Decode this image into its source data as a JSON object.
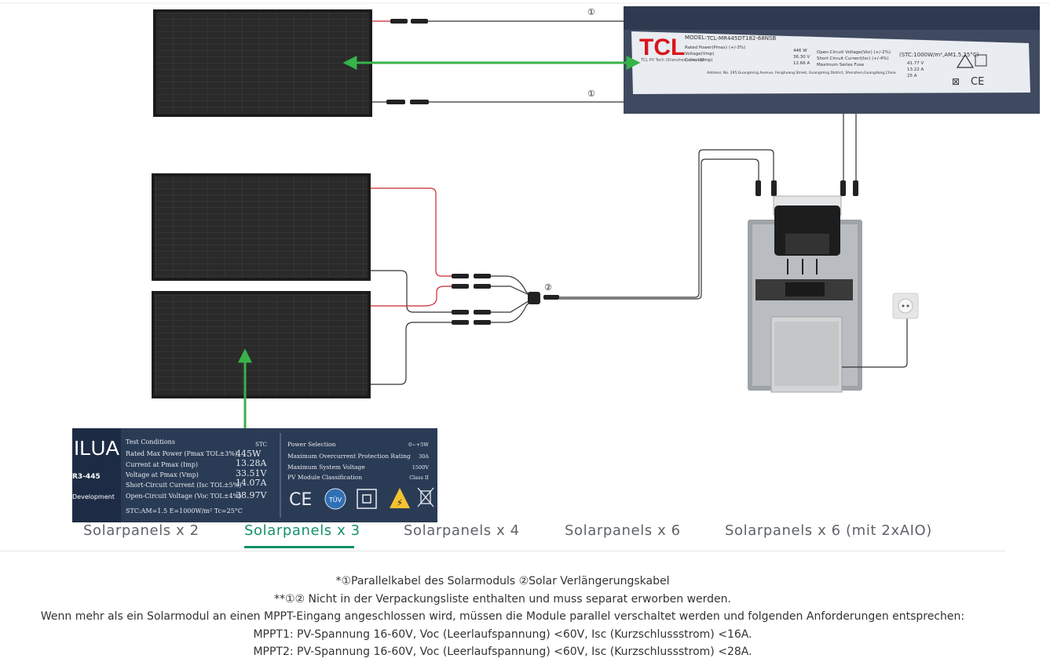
{
  "diagram": {
    "tcl_label": {
      "brand": "TCL",
      "model_key": "MODEL:",
      "model": "TCL-MR445DT182-68NSB",
      "stc": "(STC:1000W/m²,AM1.5,25°C)",
      "maker": "TCL PV Tech (Shenzhen) Co., Ltd",
      "rows": [
        {
          "key": "Rated Power(Pmax) (+/-3%)",
          "value": "446 W"
        },
        {
          "key": "Voltage(Vmp)",
          "value": "36.30 V"
        },
        {
          "key": "Current(Imp)",
          "value": "12.66 A"
        }
      ],
      "rows_right": [
        {
          "key": "Open-Circuit Voltage(Voc) (+/-2%)",
          "value": "41.77 V"
        },
        {
          "key": "Short Circuit Current(Isc) (+/-4%)",
          "value": "13.22 A"
        },
        {
          "key": "Maximum Series Fuse",
          "value": "25 A"
        }
      ],
      "address": "Address: No. 295,Guangming Avenue, Fenghuang Street, Guangming District, Shenzhen,Guangdong,China"
    },
    "label_bottom": {
      "brand": "ILUA",
      "model_fragment": "R3-445",
      "dev_fragment": "Development",
      "test_conditions": "Test Conditions",
      "stc": "STC",
      "rows": [
        {
          "key": "Rated Max Power (Pmax TOL±3%)",
          "value": "445W"
        },
        {
          "key": "Current at Pmax (Imp)",
          "value": "13.28A"
        },
        {
          "key": "Voltage at Pmax (Vmp)",
          "value": "33.51V"
        },
        {
          "key": "Short-Circuit Current (Isc TOL±5%)",
          "value": "14.07A"
        },
        {
          "key": "Open-Circuit Voltage (Voc TOL±4%)",
          "value": "38.97V"
        }
      ],
      "stc_footer": "STC:AM=1.5 E=1000W/m² Tc=25°C",
      "right_rows": [
        {
          "key": "Power Selection",
          "value": "0~+5W"
        },
        {
          "key": "Maximum Overcurrent Protection Rating",
          "value": "30A"
        },
        {
          "key": "Maximum System Voltage",
          "value": "1500V"
        },
        {
          "key": "PV Module Classification",
          "value": "Class II"
        }
      ]
    },
    "marker_parallel": "①",
    "marker_extension": "②",
    "icons": [
      "solar-panel",
      "mc4-connector",
      "y-splitter",
      "microinverter",
      "power-socket",
      "ce-mark",
      "tuv-mark",
      "warning-triangle",
      "weee-bin"
    ],
    "colors": {
      "arrow": "#37b34a",
      "cable_red": "#c8282d",
      "cable_black": "#222222",
      "panel": "#2b2b2b",
      "tcl_red": "#d9161c"
    }
  },
  "tabs": [
    {
      "label": "Solarpanels x 2",
      "active": false
    },
    {
      "label": "Solarpanels x 3",
      "active": true
    },
    {
      "label": "Solarpanels x 4",
      "active": false
    },
    {
      "label": "Solarpanels x 6",
      "active": false
    },
    {
      "label": "Solarpanels x 6 (mit 2xAIO)",
      "active": false
    }
  ],
  "notes": [
    "*①Parallelkabel des Solarmoduls ②Solar Verlängerungskabel",
    "**①② Nicht in der Verpackungsliste enthalten und muss separat erworben werden.",
    "Wenn mehr als ein Solarmodul an einen MPPT-Eingang angeschlossen wird, müssen die Module parallel verschaltet werden und folgenden Anforderungen entsprechen:",
    "MPPT1: PV-Spannung 16-60V, Voc (Leerlaufspannung) <60V, Isc (Kurzschlussstrom) <16A.",
    "MPPT2: PV-Spannung 16-60V, Voc (Leerlaufspannung) <60V, Isc (Kurzschlussstrom) <28A."
  ]
}
